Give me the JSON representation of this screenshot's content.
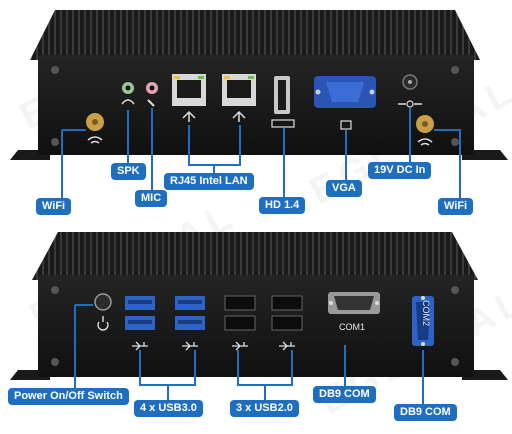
{
  "watermark": "EGLOBAL",
  "colors": {
    "label_bg": "#1f6fc0",
    "chassis": "#161616",
    "connector_line": "#1f6fc0"
  },
  "front_panel": {
    "labels": {
      "spk": "SPK",
      "mic": "MIC",
      "wifi_left": "WiFi",
      "rj45": "RJ45 Intel LAN",
      "hdmi": "HD 1.4",
      "vga": "VGA",
      "dc_in": "19V DC In",
      "wifi_right": "WiFi"
    }
  },
  "back_panel": {
    "port_text": {
      "com1": "COM1",
      "com2": "COM2"
    },
    "labels": {
      "power": "Power On/Off Switch",
      "usb3": "4 x USB3.0",
      "usb2": "3 x USB2.0",
      "db9_com_1": "DB9 COM",
      "db9_com_2": "DB9 COM"
    }
  }
}
